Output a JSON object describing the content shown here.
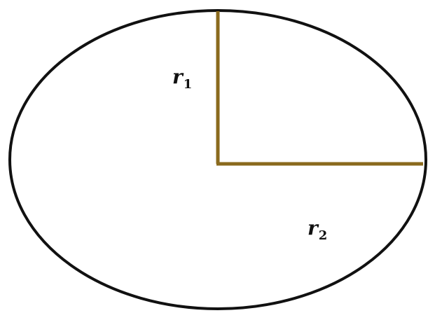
{
  "colors": {
    "outline": "#111111",
    "radius_line": "#8a6a1e",
    "background": "#ffffff"
  },
  "labels": {
    "r1": {
      "symbol": "r",
      "subscript": "1"
    },
    "r2": {
      "symbol": "r",
      "subscript": "2"
    }
  }
}
